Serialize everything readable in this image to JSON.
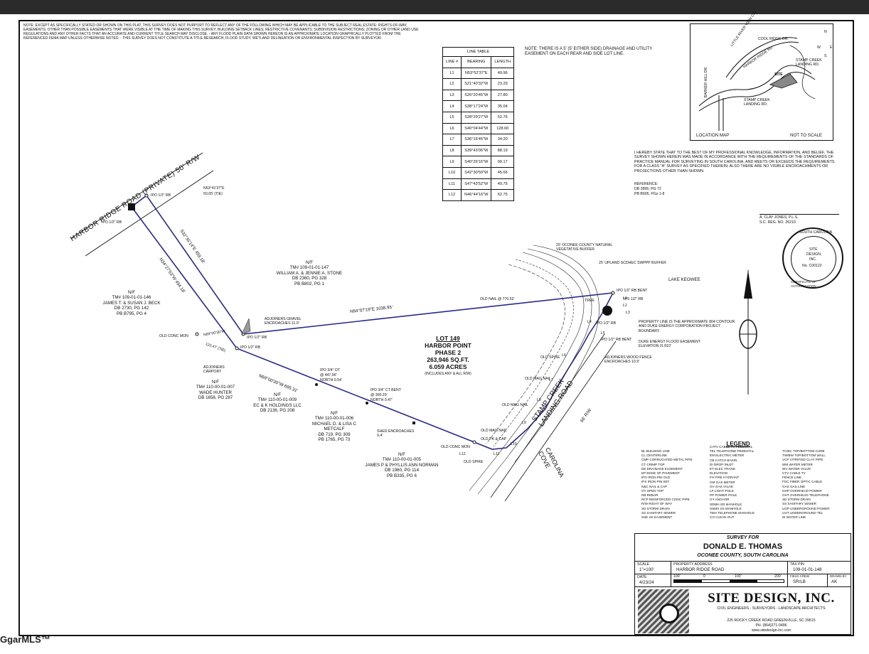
{
  "notes": {
    "general": "NOTE: EXCEPT AS SPECIFICALLY STATED OR SHOWN ON THIS PLAT, THIS SURVEY DOES NOT PURPORT TO REFLECT ANY OF THE FOLLOWING WHICH MAY BE APPLICABLE TO THE SUBJECT REAL ESTATE: RIGHTS-OF-WAY, EASEMENTS, OTHER THAN POSSIBLE EASEMENTS THAT WERE VISIBLE AT THE TIME OF MAKING THIS SURVEY; BUILDING SETBACK LINES; RESTRICTIVE COVENANTS; SUBDIVISION RESTRICTIONS; ZONING OR OTHER LAND USE REGULATIONS AND ANY OTHER FACTS THAT AN ACCURATE AND CURRENT TITLE SEARCH MAY DISCLOSE. - ANY FLOOD PLAIN DATA SHOWN HEREON IS AN APPROXIMATE LOCATION GRAPHICALLY PLOTTED FROM THE REFERENCED FEMA MAP UNLESS OTHERWISE NOTED. - THIS SURVEY DOES NOT CONSTITUTE A TITLE RESEARCH, FLOOD STUDY, WETLAND DELINEATION OR ENVIRONMENTAL INSPECTION BY SURVEYOR.",
    "easement": "NOTE: THERE IS A 5' (5' EITHER SIDE) DRAINAGE AND UTILITY EASEMENT ON EACH REAR AND SIDE LOT LINE.",
    "certification": "I HEREBY STATE THAT TO THE BEST OF MY PROFESSIONAL KNOWLEDGE, INFORMATION, AND BELIEF, THE SURVEY SHOWN HEREIN WAS MADE IN ACCORDANCE WITH THE REQUIREMENTS OF THE STANDARDS OF PRACTICE MANUAL FOR SURVEYING IN SOUTH CAROLINA, AND MEETS OR EXCEEDS THE REQUIREMENTS FOR A CLASS \"A\" SURVEY AS SPECIFIED THEREIN; ALSO THERE ARE NO VISIBLE ENCROACHMENTS OR PROJECTIONS OTHER THAN SHOWN.",
    "reference_title": "REFERENCE:",
    "reference_1": "DB 2895, PG 72",
    "reference_2": "PB B605, PGs 1-8",
    "surveyor": "A. CLAY JONES, P.L.S.",
    "reg_no": "S.C. REG. NO. 26210"
  },
  "line_table": {
    "title": "LINE TABLE",
    "headers": [
      "LINE #",
      "BEARING",
      "LENGTH"
    ],
    "rows": [
      [
        "L1",
        "N53°52'37\"E",
        "49.96"
      ],
      [
        "L2",
        "S21°40'32\"W",
        "23.29"
      ],
      [
        "L3",
        "S26°20'45\"W",
        "27.80"
      ],
      [
        "L4",
        "S38°17'24\"W",
        "35.04"
      ],
      [
        "L5",
        "S28°29'27\"W",
        "52.76"
      ],
      [
        "L6",
        "S40°04'44\"W",
        "128.60"
      ],
      [
        "L7",
        "S36°16'45\"W",
        "34.20"
      ],
      [
        "L8",
        "S39°43'06\"W",
        "88.19"
      ],
      [
        "L9",
        "S40°26'16\"W",
        "99.17"
      ],
      [
        "L10",
        "S42°30'50\"W",
        "45.66"
      ],
      [
        "L11",
        "S47°43'52\"W",
        "49.75"
      ],
      [
        "L12",
        "N46°44'16\"W",
        "62.75"
      ]
    ]
  },
  "location_map": {
    "label": "LOCATION MAP",
    "scale": "NOT TO SCALE",
    "road_1": "COOL RIDGE DR.",
    "road_2": "LITTLE RIVER VIEW CIR.",
    "road_3": "HARBOR RIDGE RD.",
    "road_4": "STAMP CREEK LANDING RD.",
    "road_5": "BARKER HILL DR.",
    "road_6": "STAMP CREEK LANDING RD.",
    "site": "SITE",
    "north": "N",
    "east": "E",
    "west": "W",
    "south": "S"
  },
  "seal": {
    "ring_top": "SOUTH CAROLINA",
    "ring_bottom": "CERTIFICATE OF AUTHORIZATION",
    "line1": "SITE",
    "line2": "DESIGN,",
    "line3": "INC.",
    "line4": "No. C00122"
  },
  "plat": {
    "road_name": "HARBOR RIDGE ROAD (PRIVATE) 50' R/W",
    "tie_bearing": "N53°41'37\"E",
    "tie_length": "50.05' (TIE)",
    "lot": "LOT 149",
    "subdivision": "HARBOR POINT",
    "phase": "PHASE 2",
    "area_sqft": "263,946 SQ.FT.",
    "area_acres": "6.059 ACRES",
    "area_note": "(INCLUDES ANY & ALL R/W)",
    "north_line": "N84°07'19\"E  1038.95'",
    "old_nail": "OLD NAIL @ 770.52'",
    "west_line_1": "S32°35'14\"E  459.18'",
    "west_line_2": "N34°27'53\"W  494.18'",
    "south_line": "N69°00'30\"W  695.31'",
    "short_line": "N69°00'30\"W",
    "short_len": "123.47' (TIE)",
    "lake": "LAKE KEOWEE",
    "cove": "CAROLINA COVE",
    "stamp_creek": "STAMP CREEK LANDING ROAD",
    "stamp_rw": "66' R/W",
    "buffer_1": "25' OCONEE COUNTY NATURAL VEGETATIVE BUFFER",
    "buffer_2": "25' UPLAND SCDHEC SWPPP BUFFER",
    "property_line_note": "PROPERTY LINE IS THE APPROXIMATE 804 CONTOUR AND DUKE ENERGY CORPORATION PROJECT BOUNDARY.",
    "flood_note": "DUKE ENERGY FLOOD EASEMENT ELEVATION IS 810'",
    "tree": "TREE",
    "pins": {
      "ipo_rb": "IPO 1/2\" RB",
      "ipo_rb_bent": "IPO 1/2\" RB BENT",
      "ips_rb": "IPS 1/2\" RB",
      "ipo_ot": "IPO 3/4\" OT",
      "ipo_ct_bent": "IPO 3/4\" CT BENT",
      "old_conc_mon": "OLD CONC MON",
      "old_mag_nail": "OLD MAG NAIL",
      "old_spike": "OLD SPIKE",
      "old_pk_cap": "OLD PK & CAP"
    },
    "ot_meas": "@ 447.96'",
    "ot_north": "NORTH 0.54'",
    "ct_meas": "@ 300.20'",
    "ct_north": "NORTH 0.47'",
    "adj_gravel": "ADJOINERS GRAVEL ENCROACHES 11.0'",
    "adj_carport": "ADJOINERS CARPORT",
    "adj_shed": "SHED ENCROACHES 9.4'",
    "adj_fence": "ADJOINERS WOOD FENCE ENCROACHES 10.9'",
    "owners": [
      {
        "status": "N/F",
        "tm": "TM# 109-01-01-147",
        "name": "WILLIAM A. & JENNIE A. STONE",
        "db": "DB 2360, PG 328",
        "pb": "PB B802, PG 1"
      },
      {
        "status": "N/F",
        "tm": "TM# 109-01-01-146",
        "name": "JAMES T. & SUSAN J. BECK",
        "db": "DB 2730, PG 142",
        "pb": "PB B795, PG 4"
      },
      {
        "status": "N/F",
        "tm": "TM# 110-00-01-007",
        "name": "WADE HUNTER",
        "db": "DB 1658, PG 287",
        "pb": ""
      },
      {
        "status": "N/F",
        "tm": "TM# 110-00-01-009",
        "name": "EC & K HOLDINGS LLC",
        "db": "DB 2136, PG 208",
        "pb": ""
      },
      {
        "status": "N/F",
        "tm": "TM# 110-00-01-006",
        "name": "MICHAEL D. & LISA C METCALF",
        "db": "DB 719, PG 309",
        "pb": "PB 1765, PG 73"
      },
      {
        "status": "N/F",
        "tm": "TM# 110-00-01-005",
        "name": "JAMES P & PHYLLIS ANN NORMAN",
        "db": "DB 1960, PG 114",
        "pb": "PB B335, PG 6"
      }
    ],
    "line_labels": [
      "L1",
      "L2",
      "L3",
      "L4",
      "L5",
      "L6",
      "L7",
      "L8",
      "L9",
      "L10",
      "L11",
      "L12"
    ]
  },
  "legend": {
    "title": "LEGEND",
    "col1": [
      "BL  BUILDING LINE",
      "CL  CENTERLINE",
      "CMP CORRUGATED METAL PIPE",
      "CT  CRIMP TOP",
      "DE  DRAINAGE EASEMENT",
      "EP  EDGE OF PAVEMENT",
      "IPO IRON PIN OLD",
      "IPS IRON PIN SET",
      "N&C NAIL & CAP",
      "OT  OPEN TOP",
      "RB  REBAR",
      "RCP REINFORCED CONC PIPE",
      "R/W RIGHT OF WAY",
      "SD  STORM DRAIN",
      "SS  SANITARY SEWER",
      "SSE SS EASEMENT"
    ],
    "col2": [
      "CATV CABLE TV PEDESTAL",
      "TEL TELEPHONE PEDESTAL",
      "EM  ELECTRIC METER",
      "CB  CATCH BASIN",
      "DI  DROP INLET",
      "ET  ELEC TRANS",
      "ELEVATION",
      "FH  FIRE HYDRANT",
      "GM  GAS METER",
      "GV  GAS VALVE",
      "LP  LIGHT POLE",
      "PP  POWER POLE",
      "GY ANCHOR",
      "SDMH SD MANHOLE",
      "SSMH SS MANHOLE",
      "TMH TELEPHONE MANHOLE",
      "CO  CLEAN OUT"
    ],
    "col3": [
      "TC/BC TOP/BOTTOM CURB",
      "TW/BW TOP/BOTTOM WALL",
      "VCP VITRIFIED CLAY PIPE",
      "WM  WATER METER",
      "WV  WATER VALVE",
      "CTV CABLE TV",
      "FENCE LINE",
      "FOC FIBER OPTIC CABLE",
      "GAS GAS LINE",
      "OHP OVERHEAD POWER",
      "OHT OVERHEAD TELEPHONE",
      "SD  STORM DRAIN",
      "SS  SANITARY SEWER",
      "UGP UNDERGROUND POWER",
      "UGT UNDERGROUND TEL",
      "W   WATER LINE"
    ]
  },
  "title_block": {
    "survey_for": "SURVEY FOR",
    "client": "DONALD E. THOMAS",
    "county": "OCONEE COUNTY, SOUTH CAROLINA",
    "scale_label": "SCALE",
    "scale": "1\"=100'",
    "address_label": "PROPERTY ADDRESS",
    "address": "HARBOR RIDGE ROAD",
    "tax_label": "TAX PIN",
    "tax": "109-01-01-148",
    "date_label": "DATE",
    "date": "4/23/24",
    "bar_0": "100'",
    "bar_1": "0",
    "bar_2": "100'",
    "bar_3": "200'",
    "field_label": "FIELD CREW",
    "field": "SR/LB",
    "drawn_label": "DRAWN BY",
    "drawn": "AK",
    "company": "SITE DESIGN, INC.",
    "tagline": "CIVIL ENGINEERS - SURVEYORS - LANDSCAPE ARCHITECTS",
    "address_line": "225 ROCKY CREEK ROAD   GREENVILLE, SC 29615",
    "phone": "PH.  (864)271-0496",
    "web": "www.sitedesign-inc.com"
  },
  "watermark": "GgarMLS™",
  "colors": {
    "boundary": "#2a2a8a",
    "ink": "#111111"
  }
}
